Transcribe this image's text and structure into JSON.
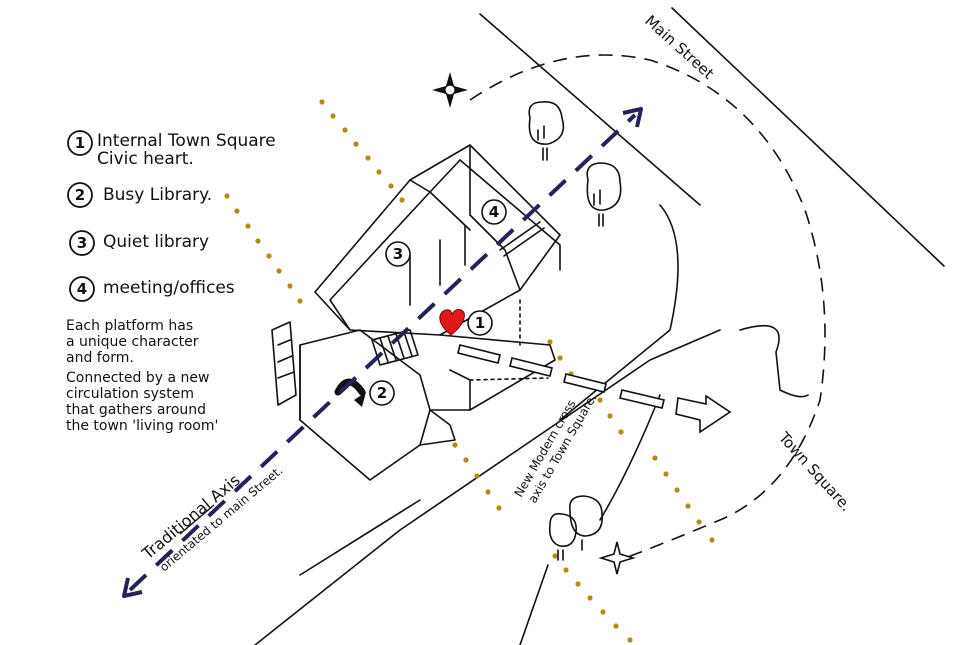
{
  "legend": {
    "items": [
      {
        "number": "1",
        "lines": [
          "Internal Town Square",
          "Civic heart."
        ]
      },
      {
        "number": "2",
        "lines": [
          "Busy Library."
        ]
      },
      {
        "number": "3",
        "lines": [
          "Quiet library"
        ]
      },
      {
        "number": "4",
        "lines": [
          "meeting/offices"
        ]
      }
    ]
  },
  "notes": {
    "platform_lines": [
      "Each platform has",
      "a unique character",
      "and form."
    ],
    "circulation_lines": [
      "Connected by a new",
      "circulation system",
      "that gathers around",
      "the town 'living room'"
    ]
  },
  "labels": {
    "main_street": "Main Street",
    "town_square": "Town Square.",
    "traditional_axis": [
      "Traditional Axis",
      "orientated to main Street."
    ],
    "modern_axis": [
      "New Modern cross",
      "axis to Town Square."
    ]
  },
  "markers": {
    "one": "1",
    "two": "2",
    "three": "3",
    "four": "4"
  },
  "colors": {
    "ink": "#111111",
    "axis_blue": "#23235a",
    "dots_gold": "#b38a12",
    "heart_red": "#e0191b"
  }
}
